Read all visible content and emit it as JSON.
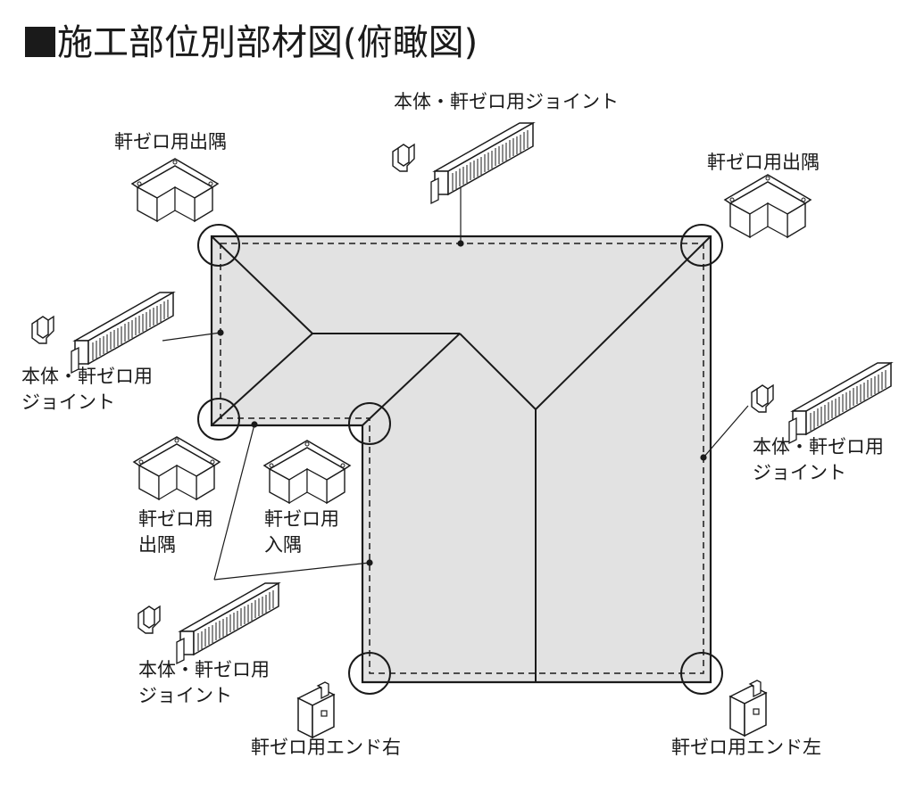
{
  "title": "施工部位別部材図(俯瞰図)",
  "labels": {
    "top_center": "本体・軒ゼロ用ジョイント",
    "top_left": "軒ゼロ用出隅",
    "top_right": "軒ゼロ用出隅",
    "left_joint": [
      "本体・軒ゼロ用",
      "ジョイント"
    ],
    "right_joint": [
      "本体・軒ゼロ用",
      "ジョイント"
    ],
    "inner_outer_corner": [
      "軒ゼロ用",
      "出隅"
    ],
    "inner_corner": [
      "軒ゼロ用",
      "入隅"
    ],
    "bottom_joint": [
      "本体・軒ゼロ用",
      "ジョイント"
    ],
    "end_right": "軒ゼロ用エンド右",
    "end_left": "軒ゼロ用エンド左"
  },
  "colors": {
    "roof_fill": "#e2e2e2",
    "line": "#1a1a1a",
    "background": "#ffffff"
  }
}
